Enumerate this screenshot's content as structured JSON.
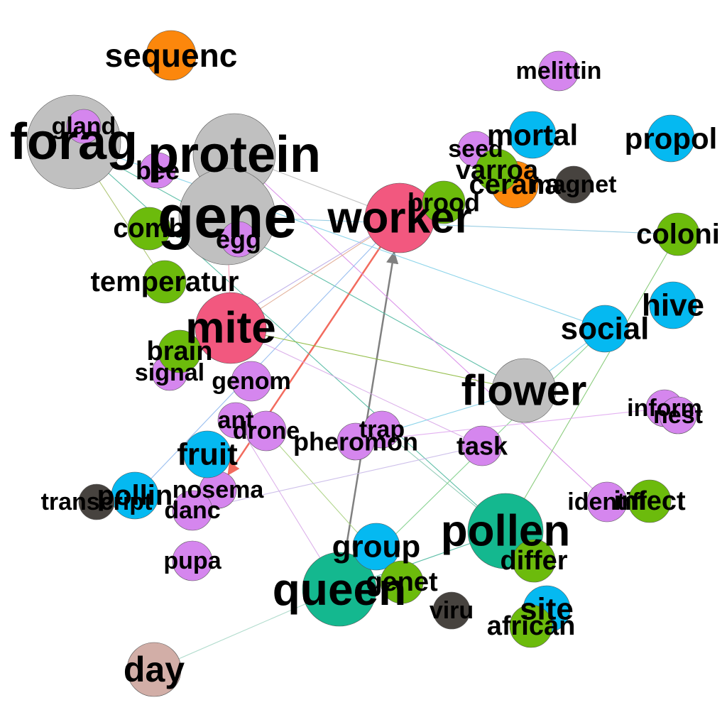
{
  "colors": {
    "gray": "#c0c0c0",
    "pink": "#f2587f",
    "teal": "#14b88f",
    "violet": "#d586ee",
    "cyan": "#05b9f1",
    "green": "#6cbb0c",
    "orange": "#fc870c",
    "dark": "#47433f",
    "rose": "#d2aea7"
  },
  "nodes": [
    {
      "id": "forag",
      "label": "forag",
      "color": "gray"
    },
    {
      "id": "protein",
      "label": "protein",
      "color": "gray"
    },
    {
      "id": "gene",
      "label": "gene",
      "color": "gray"
    },
    {
      "id": "flower",
      "label": "flower",
      "color": "gray"
    },
    {
      "id": "worker",
      "label": "worker",
      "color": "pink"
    },
    {
      "id": "mite",
      "label": "mite",
      "color": "pink"
    },
    {
      "id": "pollen",
      "label": "pollen",
      "color": "teal"
    },
    {
      "id": "queen",
      "label": "queen",
      "color": "teal"
    },
    {
      "id": "day",
      "label": "day",
      "color": "rose"
    },
    {
      "id": "sequenc",
      "label": "sequenc",
      "color": "orange"
    },
    {
      "id": "cerana",
      "label": "cerana",
      "color": "orange"
    },
    {
      "id": "melittin",
      "label": "melittin",
      "color": "violet"
    },
    {
      "id": "gland",
      "label": "gland",
      "color": "violet"
    },
    {
      "id": "bee",
      "label": "bee",
      "color": "violet"
    },
    {
      "id": "egg",
      "label": "egg",
      "color": "violet"
    },
    {
      "id": "seed",
      "label": "seed",
      "color": "violet"
    },
    {
      "id": "signal",
      "label": "signal",
      "color": "violet"
    },
    {
      "id": "genom",
      "label": "genom",
      "color": "violet"
    },
    {
      "id": "ant",
      "label": "ant",
      "color": "violet"
    },
    {
      "id": "drone",
      "label": "drone",
      "color": "violet"
    },
    {
      "id": "trap",
      "label": "trap",
      "color": "violet"
    },
    {
      "id": "pheromon",
      "label": "pheromon",
      "color": "violet"
    },
    {
      "id": "task",
      "label": "task",
      "color": "violet"
    },
    {
      "id": "nosema",
      "label": "nosema",
      "color": "violet"
    },
    {
      "id": "danc",
      "label": "danc",
      "color": "violet"
    },
    {
      "id": "pupa",
      "label": "pupa",
      "color": "violet"
    },
    {
      "id": "inform",
      "label": "inform",
      "color": "violet"
    },
    {
      "id": "nest",
      "label": "nest",
      "color": "violet"
    },
    {
      "id": "identifi",
      "label": "identifi",
      "color": "violet"
    },
    {
      "id": "mortal",
      "label": "mortal",
      "color": "cyan"
    },
    {
      "id": "propol",
      "label": "propol",
      "color": "cyan"
    },
    {
      "id": "hive",
      "label": "hive",
      "color": "cyan"
    },
    {
      "id": "social",
      "label": "social",
      "color": "cyan"
    },
    {
      "id": "fruit",
      "label": "fruit",
      "color": "cyan"
    },
    {
      "id": "pollin",
      "label": "pollin",
      "color": "cyan"
    },
    {
      "id": "group",
      "label": "group",
      "color": "cyan"
    },
    {
      "id": "site",
      "label": "site",
      "color": "cyan"
    },
    {
      "id": "varroa",
      "label": "varroa",
      "color": "green"
    },
    {
      "id": "brood",
      "label": "brood",
      "color": "green"
    },
    {
      "id": "comb",
      "label": "comb",
      "color": "green"
    },
    {
      "id": "temperatur",
      "label": "temperatur",
      "color": "green"
    },
    {
      "id": "brain",
      "label": "brain",
      "color": "green"
    },
    {
      "id": "coloni",
      "label": "coloni",
      "color": "green"
    },
    {
      "id": "infect",
      "label": "infect",
      "color": "green"
    },
    {
      "id": "differ",
      "label": "differ",
      "color": "green"
    },
    {
      "id": "genet",
      "label": "genet",
      "color": "green"
    },
    {
      "id": "african",
      "label": "african",
      "color": "green"
    },
    {
      "id": "magnet",
      "label": "magnet",
      "color": "dark"
    },
    {
      "id": "transcript",
      "label": "transcript",
      "color": "dark"
    },
    {
      "id": "viru",
      "label": "viru",
      "color": "dark"
    }
  ],
  "edges": [
    {
      "from": "queen",
      "to": "worker",
      "color": "#808080",
      "arrow": true
    },
    {
      "from": "worker",
      "to": "nosema",
      "color": "#f26b5e",
      "arrow": true
    },
    {
      "from": "forag",
      "to": "flower",
      "color": "#4fb8a0"
    },
    {
      "from": "forag",
      "to": "social",
      "color": "#7fcfe8"
    },
    {
      "from": "forag",
      "to": "temperatur",
      "color": "#a8c26a"
    },
    {
      "from": "forag",
      "to": "pollen",
      "color": "#4fb8a0"
    },
    {
      "from": "protein",
      "to": "identifi",
      "color": "#d78ae8"
    },
    {
      "from": "protein",
      "to": "worker",
      "color": "#bcbcbc"
    },
    {
      "from": "gene",
      "to": "mite",
      "color": "#f59ab2"
    },
    {
      "from": "gene",
      "to": "coloni",
      "color": "#8fc8e0"
    },
    {
      "from": "worker",
      "to": "mite",
      "color": "#e0a890"
    },
    {
      "from": "worker",
      "to": "brain",
      "color": "#b8a8e8"
    },
    {
      "from": "worker",
      "to": "pollin",
      "color": "#8fb8ee"
    },
    {
      "from": "mite",
      "to": "flower",
      "color": "#8ab83a"
    },
    {
      "from": "mite",
      "to": "task",
      "color": "#d8a8e8"
    },
    {
      "from": "flower",
      "to": "social",
      "color": "#7fcfe8"
    },
    {
      "from": "flower",
      "to": "pheromon",
      "color": "#7fcfe8"
    },
    {
      "from": "pollen",
      "to": "coloni",
      "color": "#7fc870"
    },
    {
      "from": "pollen",
      "to": "trap",
      "color": "#88c8b0"
    },
    {
      "from": "pollen",
      "to": "queen",
      "color": "#4fb8a0"
    },
    {
      "from": "queen",
      "to": "social",
      "color": "#7fcf8a"
    },
    {
      "from": "queen",
      "to": "day",
      "color": "#a8d8c8"
    },
    {
      "from": "pheromon",
      "to": "inform",
      "color": "#e0a8f0"
    },
    {
      "from": "ant",
      "to": "queen",
      "color": "#d8a8e8"
    },
    {
      "from": "drone",
      "to": "genet",
      "color": "#a8d080"
    },
    {
      "from": "task",
      "to": "danc",
      "color": "#c8b8e8"
    }
  ]
}
